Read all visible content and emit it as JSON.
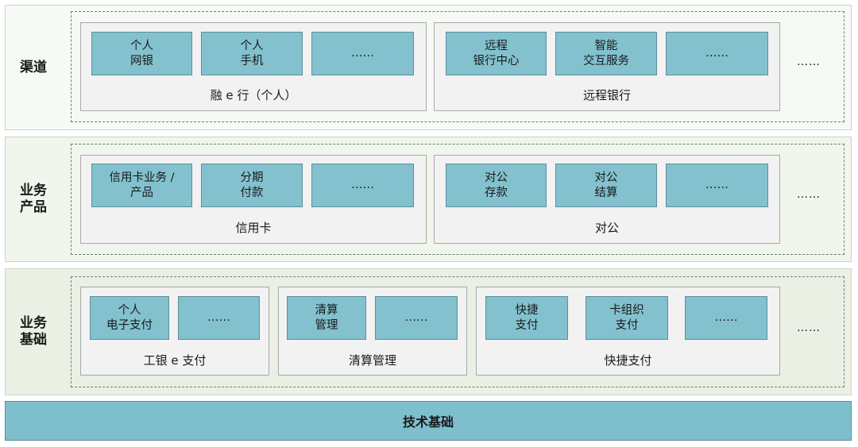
{
  "layers": [
    {
      "label": "渠道",
      "groups": [
        {
          "label": "融 e 行（个人）",
          "tiles": [
            "个人\n网银",
            "个人\n手机",
            "……"
          ]
        },
        {
          "label": "远程银行",
          "tiles": [
            "远程\n银行中心",
            "智能\n交互服务",
            "……"
          ]
        }
      ],
      "more": "……"
    },
    {
      "label": "业务\n产品",
      "groups": [
        {
          "label": "信用卡",
          "tiles": [
            "信用卡业务 /\n产品",
            "分期\n付款",
            "……"
          ]
        },
        {
          "label": "对公",
          "tiles": [
            "对公\n存款",
            "对公\n结算",
            "……"
          ]
        }
      ],
      "more": "……"
    },
    {
      "label": "业务\n基础",
      "groups": [
        {
          "label": "工银 e 支付",
          "tiles": [
            "个人\n电子支付",
            "……"
          ]
        },
        {
          "label": "清算管理",
          "tiles": [
            "清算\n管理",
            "……"
          ]
        },
        {
          "label": "快捷支付",
          "tiles": [
            "快捷\n支付",
            "卡组织\n支付",
            "……"
          ]
        }
      ],
      "more": "……"
    }
  ],
  "footer": {
    "label": "技术基础"
  },
  "colors": {
    "tile_fill": "#83c1cf",
    "group_fill": "#f2f2f2",
    "footer_fill": "#7fbfcd"
  }
}
